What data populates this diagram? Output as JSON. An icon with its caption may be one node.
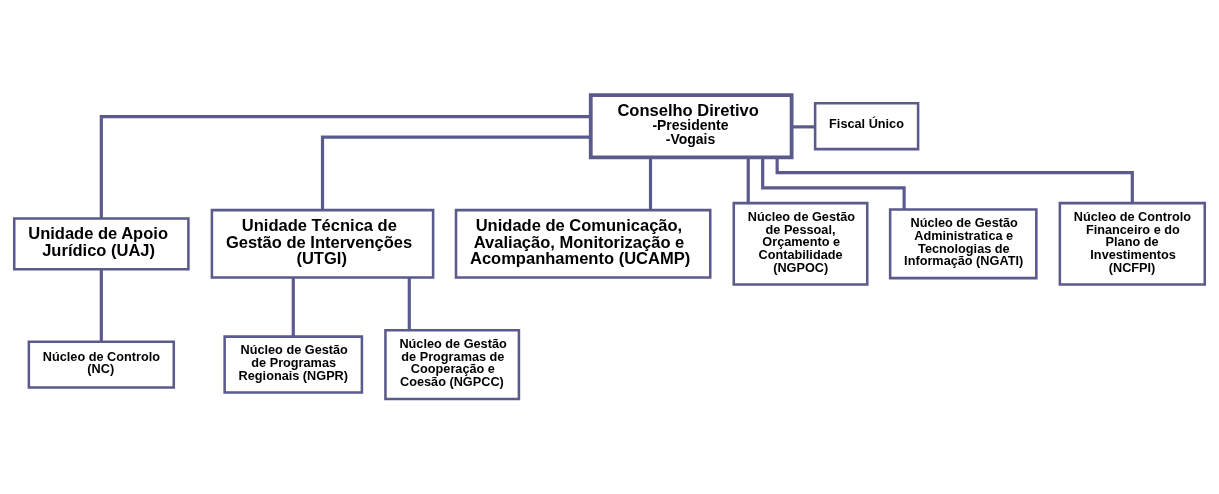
{
  "diagram": {
    "nodes": [
      {
        "text": [
          "Conselho Diretivo",
          "-Presidente -Vogais"
        ]
      },
      {
        "text": [
          "Fiscal Único"
        ]
      },
      {
        "text": [
          "Unidade de Apoio Jurídico (UAJ)"
        ]
      },
      {
        "text": [
          "Unidade Técnica de Gestão de Intervenções (UTGI)"
        ]
      },
      {
        "text": [
          "Unidade de Comunicação, Avaliação, Monitorização e Acompanhamento (UCAMP)"
        ]
      },
      {
        "text": [
          "Núcleo de Controlo (NC)"
        ]
      },
      {
        "text": [
          "Núcleo de Gestão de Programas Regionais (NGPR)"
        ]
      },
      {
        "text": [
          "Núcleo de Gestão de Programas de Cooperação e Coesão (NGPCC)"
        ]
      },
      {
        "text": [
          "Núcleo de Gestão de Pessoal, Orçamento e Contabilidade (NGPOC)"
        ]
      },
      {
        "text": [
          "Núcleo de Gestão Administratica e Tecnologias de Informação (NGATI)"
        ]
      },
      {
        "text": [
          "Núcleo de Controlo Financeiro e do Plano de Investimentos (NCFPI)"
        ]
      }
    ],
    "edges": [
      {
        "from": 0,
        "to": 1,
        "arrow": "none"
      },
      {
        "from": 0,
        "to": 2,
        "arrow": "none"
      },
      {
        "from": 0,
        "to": 3,
        "arrow": "none"
      },
      {
        "from": 0,
        "to": 4,
        "arrow": "none"
      },
      {
        "from": 0,
        "to": 8,
        "arrow": "none"
      },
      {
        "from": 0,
        "to": 9,
        "arrow": "none"
      },
      {
        "from": 0,
        "to": 10,
        "arrow": "none"
      },
      {
        "from": 2,
        "to": 5,
        "arrow": "none"
      },
      {
        "from": 3,
        "to": 6,
        "arrow": "none"
      },
      {
        "from": 3,
        "to": 7,
        "arrow": "none"
      }
    ]
  }
}
